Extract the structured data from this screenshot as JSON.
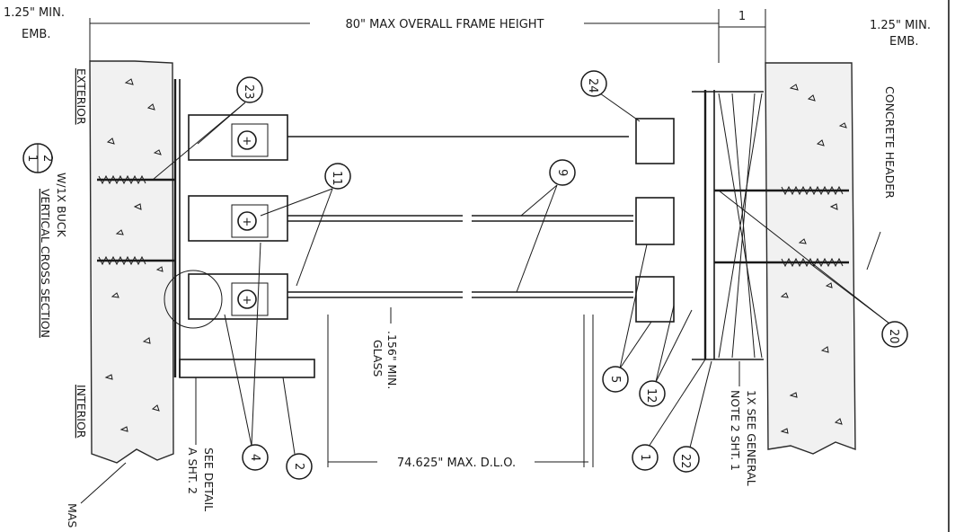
{
  "dimensions": {
    "min_emb_left": [
      "1.25\" MIN.",
      "EMB."
    ],
    "min_emb_right": [
      "1.25\" MIN.",
      "EMB."
    ],
    "overall_height": "80\" MAX  OVERALL FRAME HEIGHT",
    "dlo": "74.625\" MAX.  D.L.O.",
    "glass": [
      ".156\" MIN.",
      "GLASS"
    ],
    "top_marker": "1"
  },
  "labels": {
    "exterior": "EXTERIOR",
    "interior": "INTERIOR",
    "section_title": "VERTICAL CROSS SECTION",
    "section_sub": "W/1X BUCK",
    "section_num": "1",
    "section_sheet": "2",
    "concrete_header": "CONCRETE HEADER",
    "see_detail": [
      "SEE DETAIL",
      "A SHT. 2"
    ],
    "see_general": [
      "1X  SEE GENERAL",
      "NOTE 2 SHT. 1"
    ],
    "masonry": "MAS"
  },
  "callouts": [
    {
      "id": "c23",
      "text": "23"
    },
    {
      "id": "c11",
      "text": "11"
    },
    {
      "id": "c9",
      "text": "9"
    },
    {
      "id": "c24",
      "text": "24"
    },
    {
      "id": "c20",
      "text": "20"
    },
    {
      "id": "c5",
      "text": "5"
    },
    {
      "id": "c12",
      "text": "12"
    },
    {
      "id": "c1",
      "text": "1"
    },
    {
      "id": "c22",
      "text": "22"
    },
    {
      "id": "c4",
      "text": "4"
    },
    {
      "id": "c2",
      "text": "2"
    }
  ]
}
